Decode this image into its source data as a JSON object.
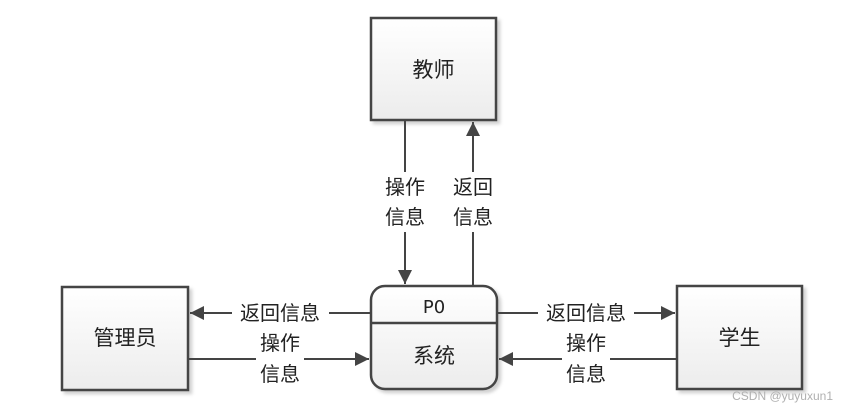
{
  "diagram": {
    "type": "data-flow-diagram",
    "entities": {
      "teacher": "教师",
      "admin": "管理员",
      "student": "学生"
    },
    "process": {
      "id": "P0",
      "name": "系统"
    },
    "flows": {
      "teacher_to_system": [
        "操作",
        "信息"
      ],
      "system_to_teacher": [
        "返回",
        "信息"
      ],
      "system_to_admin": "返回信息",
      "admin_to_system": [
        "操作",
        "信息"
      ],
      "system_to_student": "返回信息",
      "student_to_system": [
        "操作",
        "信息"
      ]
    },
    "colors": {
      "box_fill_top": "#ffffff",
      "box_fill_bottom": "#eeeeee",
      "stroke": "#444444",
      "arrow": "#444444"
    }
  },
  "watermark": "CSDN @yuyuxun1"
}
